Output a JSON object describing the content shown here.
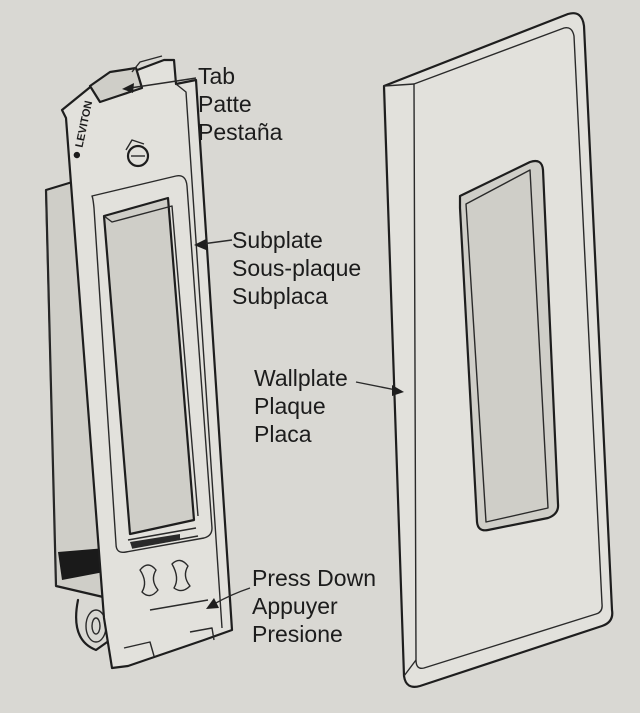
{
  "brand": {
    "logo_text": "LEVITON"
  },
  "labels": {
    "tab": [
      "Tab",
      "Patte",
      "Pestaña"
    ],
    "subplate": [
      "Subplate",
      "Sous-plaque",
      "Subplaca"
    ],
    "wallplate": [
      "Wallplate",
      "Plaque",
      "Placa"
    ],
    "press_down": [
      "Press Down",
      "Appuyer",
      "Presione"
    ]
  }
}
